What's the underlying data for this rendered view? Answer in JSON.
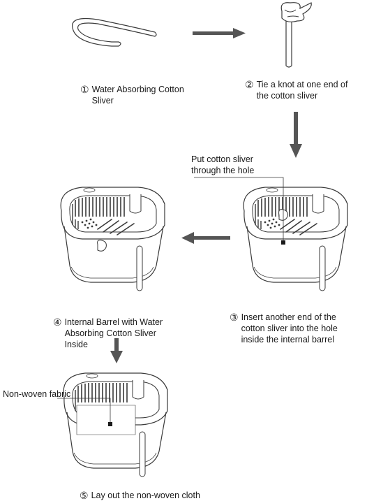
{
  "steps": [
    {
      "number": "①",
      "lines": [
        "Water Absorbing Cotton",
        "Sliver"
      ]
    },
    {
      "number": "②",
      "lines": [
        "Tie a knot at one end of",
        "the cotton sliver"
      ]
    },
    {
      "number": "③",
      "lines": [
        "Insert another end of the",
        "cotton sliver into the hole",
        "inside the internal barrel"
      ]
    },
    {
      "number": "④",
      "lines": [
        "Internal Barrel with Water",
        "Absorbing Cotton Sliver",
        "Inside"
      ]
    },
    {
      "number": "⑤",
      "lines": [
        "Lay out the non-woven cloth"
      ]
    }
  ],
  "callouts": {
    "hole": [
      "Put cotton sliver",
      "through the hole"
    ],
    "fabric": "Non-woven fabric"
  },
  "colors": {
    "line": "#3a3a3a",
    "arrow": "#555555"
  }
}
